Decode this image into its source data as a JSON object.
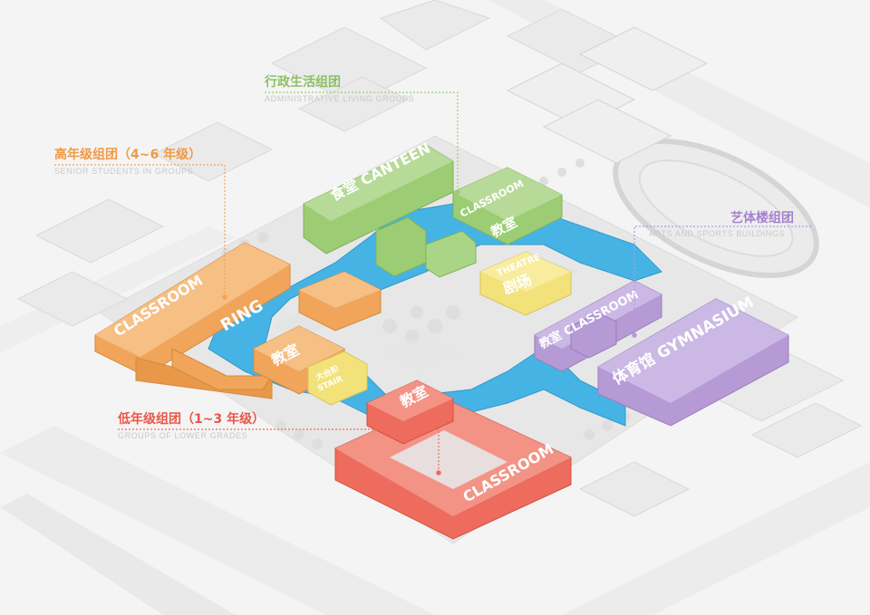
{
  "colors": {
    "senior": "#f0a55a",
    "admin": "#9ccc74",
    "arts": "#b59ad6",
    "lower": "#ee6c5e",
    "ring": "#45b4e5",
    "theatre": "#f3e27a",
    "leader": "#c9c9c9"
  },
  "groups": {
    "admin": {
      "zh": "行政生活组团",
      "en": "ADMINISTRATIVE LIVING GROUPS"
    },
    "senior": {
      "zh": "高年级组团（4~6 年级）",
      "en": "SENIOR STUDENTS IN GROUPS"
    },
    "arts": {
      "zh": "艺体楼组团",
      "en": "ARTS AND SPORTS BUILDINGS"
    },
    "lower": {
      "zh": "低年级组团（1~3 年级）",
      "en": "GROUPS OF LOWER GRADES"
    }
  },
  "building_labels": {
    "canteen": "食堂 CANTEEN",
    "classroom_admin": "CLASSROOM",
    "jiaoshi_admin": "教室",
    "classroom_senior": "CLASSROOM",
    "ring": "RING",
    "jiaoshi_senior": "教室",
    "stair_zh": "大台阶",
    "stair_en": "STAIR",
    "theatre_en": "THEATRE",
    "theatre_zh": "剧场",
    "jiaoshi_classroom_arts": "教室 CLASSROOM",
    "gymnasium": "体育馆 GYMNASIUM",
    "jiaoshi_lower": "教室",
    "classroom_lower": "CLASSROOM"
  }
}
